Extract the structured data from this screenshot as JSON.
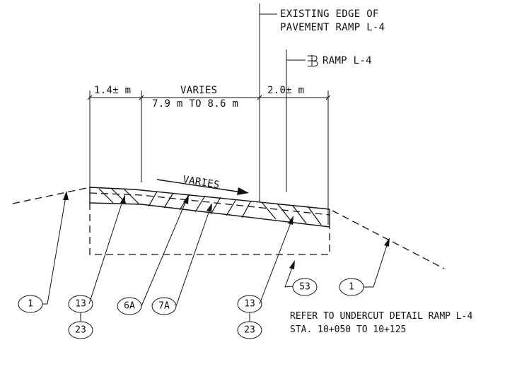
{
  "labels": {
    "existing_edge_line1": "EXISTING EDGE OF",
    "existing_edge_line2": "PAVEMENT RAMP L-4",
    "centerline_ramp": "RAMP L-4",
    "dim_left": "1.4± m",
    "dim_mid_line1": "VARIES",
    "dim_mid_line2": "7.9 m TO 8.6 m",
    "dim_right": "2.0± m",
    "slope_label": "VARIES",
    "note_line1": "REFER TO UNDERCUT DETAIL RAMP L-4",
    "note_line2": "STA. 10+050 TO 10+125"
  },
  "callouts": {
    "c1_left": "1",
    "c13_left": "13",
    "c23_left": "23",
    "c6a": "6A",
    "c7a": "7A",
    "c13_right": "13",
    "c23_right": "23",
    "c53": "53",
    "c1_right": "1"
  },
  "colors": {
    "ink": "#111111",
    "paper": "#ffffff"
  }
}
